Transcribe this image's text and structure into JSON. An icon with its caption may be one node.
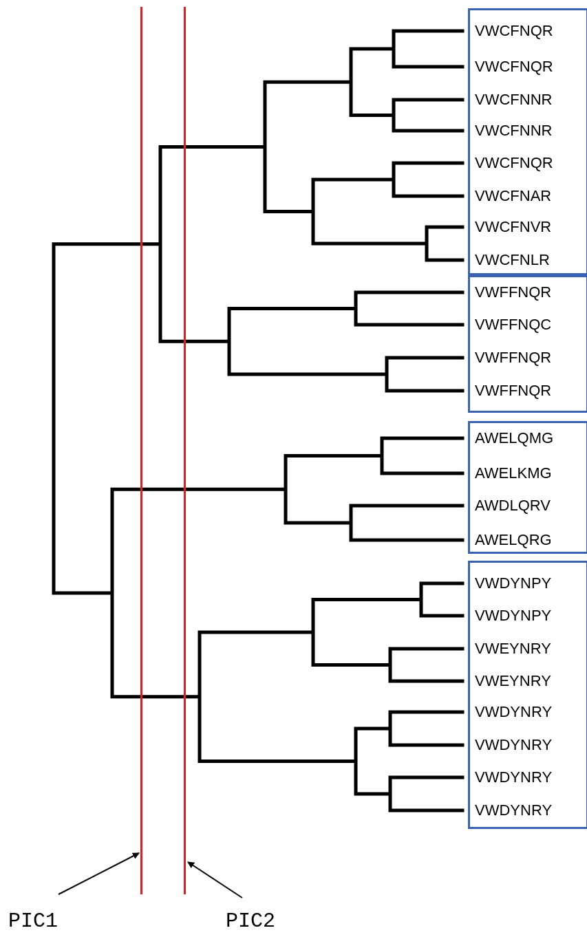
{
  "diagram": {
    "nodes": [
      {
        "text": [],
        "shape": "line"
      },
      {
        "text": [],
        "shape": "line"
      },
      {
        "text": [
          "VWCFNQR",
          "VWCFNQR",
          "VWCFNNR",
          "VWCFNNR",
          "VWCFNQR",
          "VWCFNAR",
          "VWCFNVR",
          "VWCFNLR"
        ]
      },
      {
        "text": [
          "VWFFNQR",
          "VWFFNQC",
          "VWFFNQR",
          "VWFFNQR"
        ]
      },
      {
        "text": [
          "AWELQMG",
          "AWELKMG",
          "AWDLQRV",
          "AWELQRG"
        ]
      },
      {
        "text": [
          "VWDYNPY",
          "VWDYNPY",
          "VWEYNRY",
          "VWEYNRY",
          "VWDYNRY",
          "VWDYNRY",
          "VWDYNRY",
          "VWDYNRY"
        ]
      },
      {
        "text": [
          "PIC1"
        ]
      },
      {
        "text": [
          "PIC2"
        ]
      }
    ],
    "edges": [
      {
        "from": 6,
        "to": 0,
        "arrow": "to"
      },
      {
        "from": 7,
        "to": 1,
        "arrow": "to"
      }
    ]
  }
}
